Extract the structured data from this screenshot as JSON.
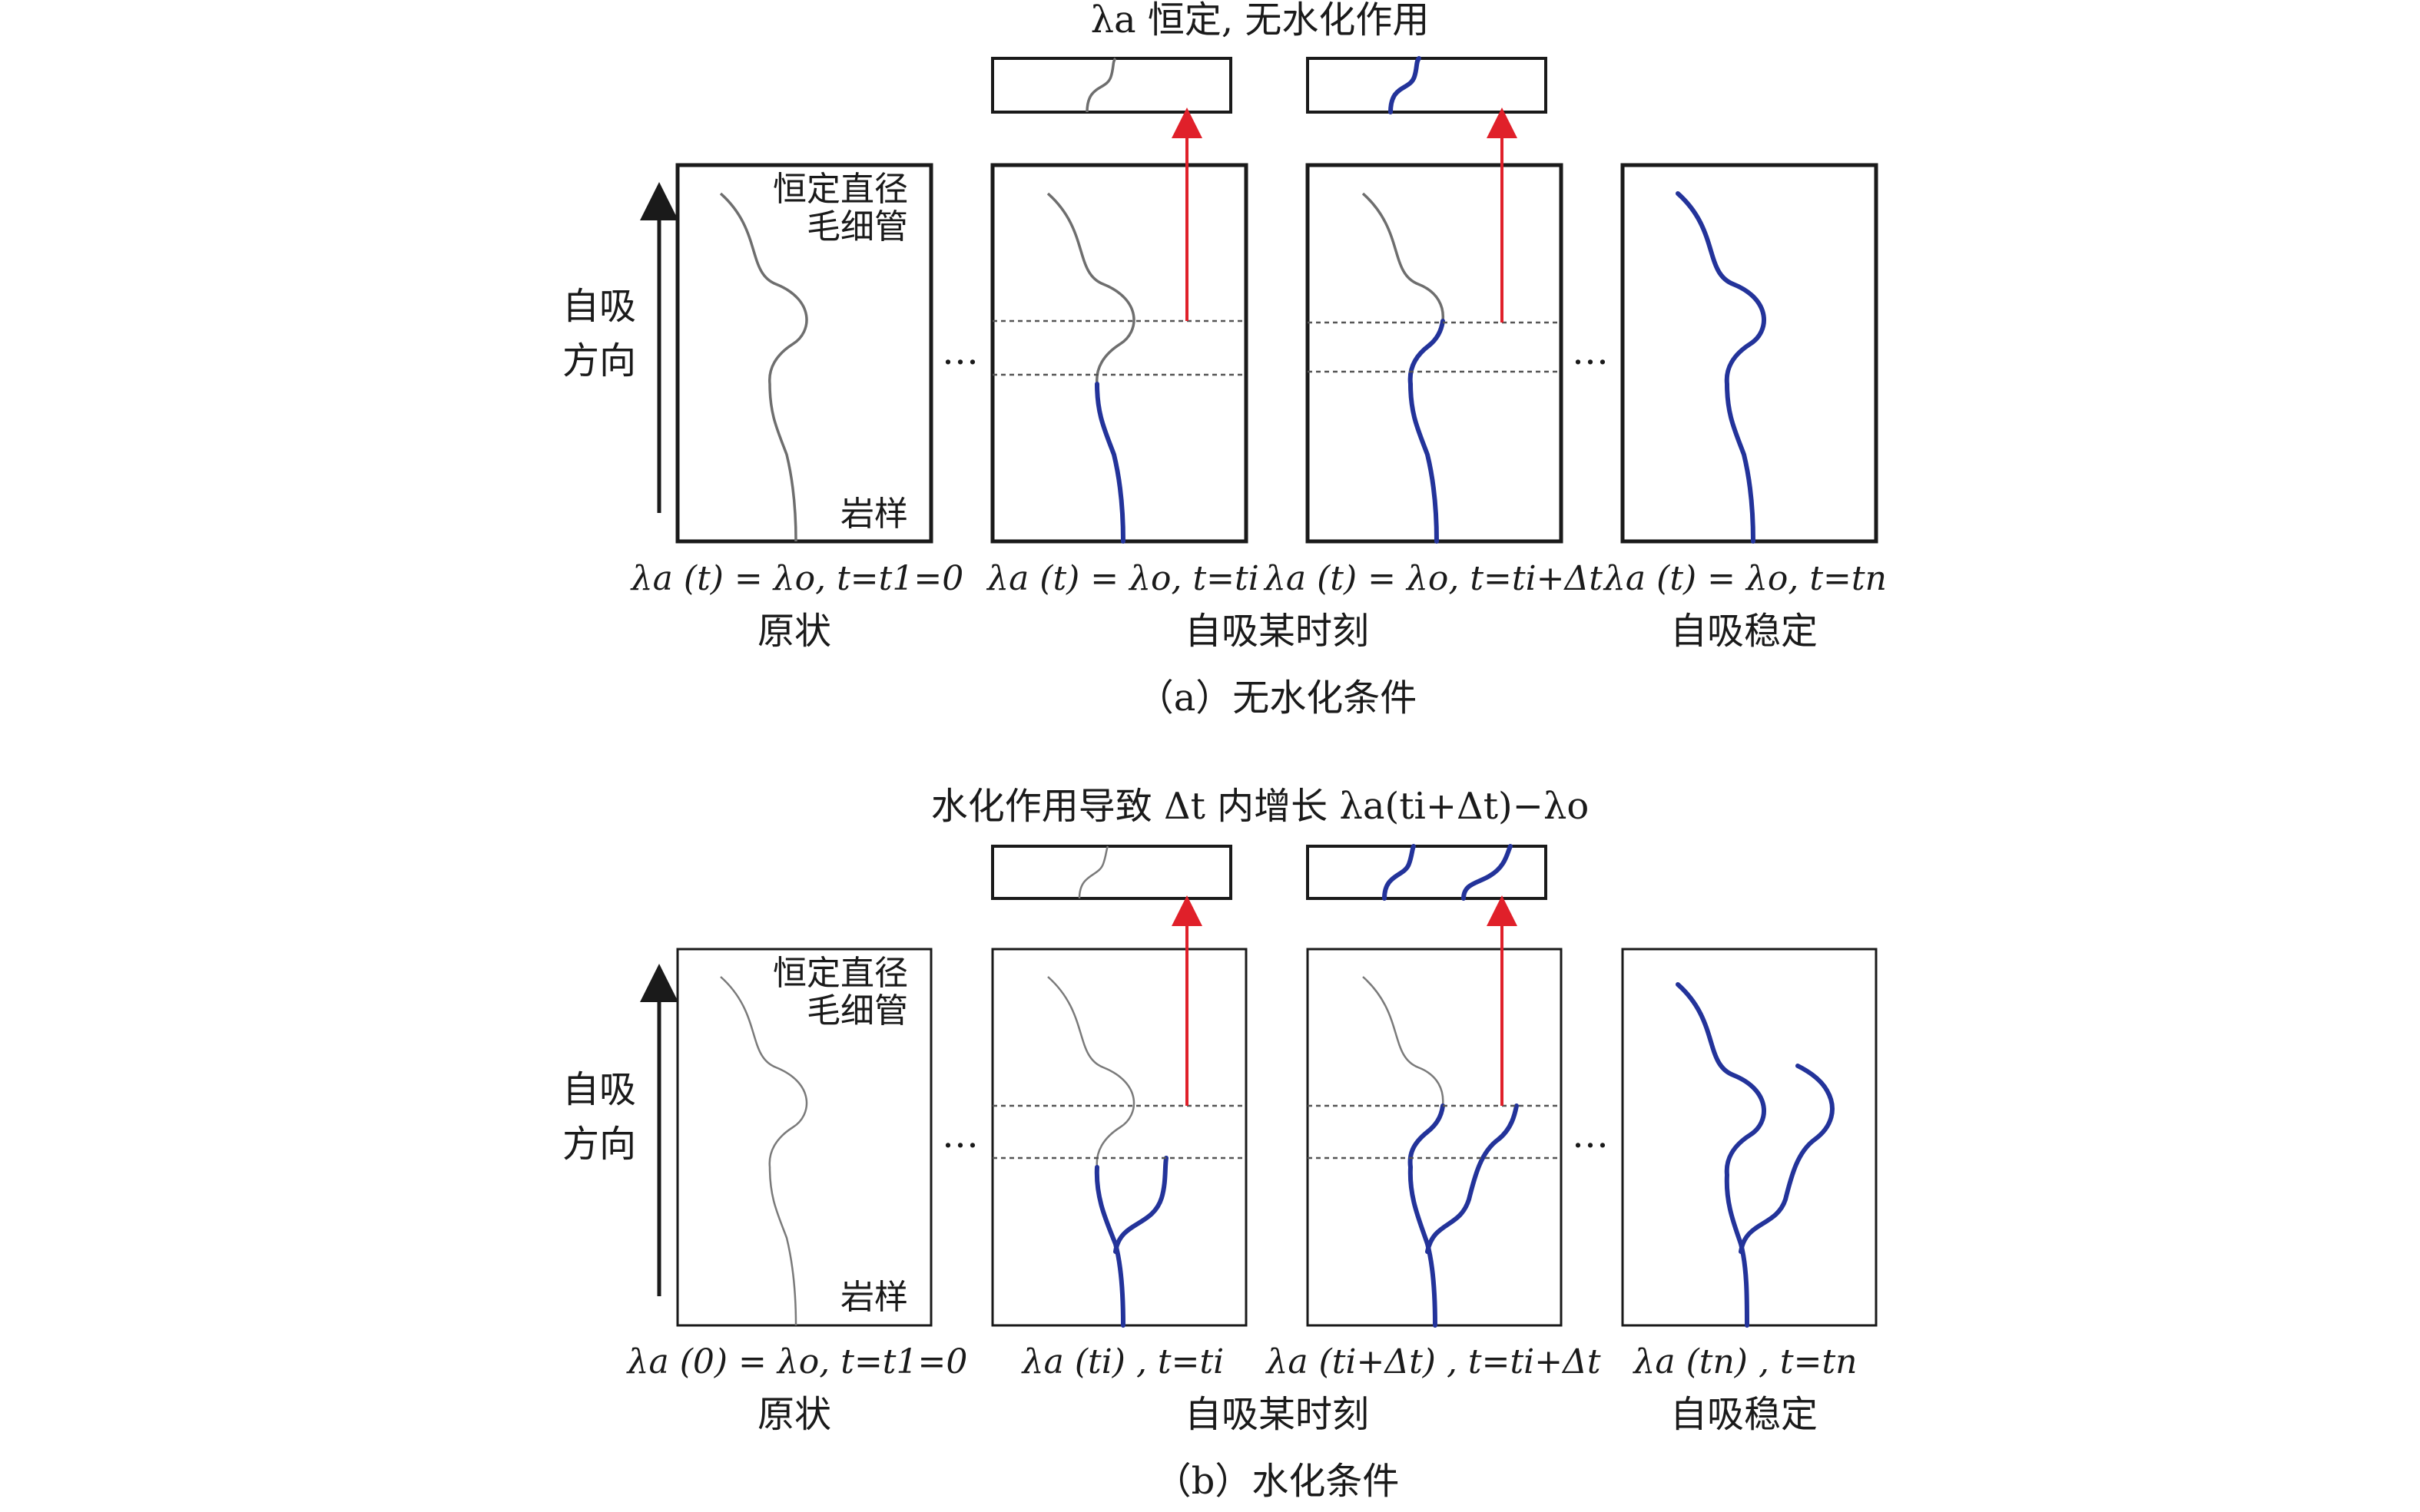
{
  "part_a": {
    "top_label": "λa 恒定, 无水化作用",
    "direction_label": [
      "自吸",
      "方向"
    ],
    "panel1_text_top": [
      "恒定直径",
      "毛细管"
    ],
    "panel1_text_bottom": "岩样",
    "ellipsis": "…",
    "formulas": [
      "λa (t) = λo, t=t1=0",
      "λa (t) = λo, t=ti",
      "λa (t) = λo, t=ti+Δt",
      "λa (t) = λo, t=tn"
    ],
    "stages": [
      "原状",
      "自吸某时刻",
      "自吸稳定"
    ],
    "caption": "（a）无水化条件"
  },
  "part_b": {
    "top_label": "水化作用导致 Δt 内增长 λa(ti+Δt)−λo",
    "direction_label": [
      "自吸",
      "方向"
    ],
    "panel1_text_top": [
      "恒定直径",
      "毛细管"
    ],
    "panel1_text_bottom": "岩样",
    "ellipsis": "…",
    "formulas": [
      "λa (0) = λo, t=t1=0",
      "λa (ti) , t=ti",
      "λa (ti+Δt) , t=ti+Δt",
      "λa (tn) , t=tn"
    ],
    "stages": [
      "原状",
      "自吸某时刻",
      "自吸稳定"
    ],
    "caption": "（b）水化条件"
  },
  "colors": {
    "imbibed": "#23339a",
    "capillary": "#6e6e6e",
    "arrow": "#e0202a"
  }
}
